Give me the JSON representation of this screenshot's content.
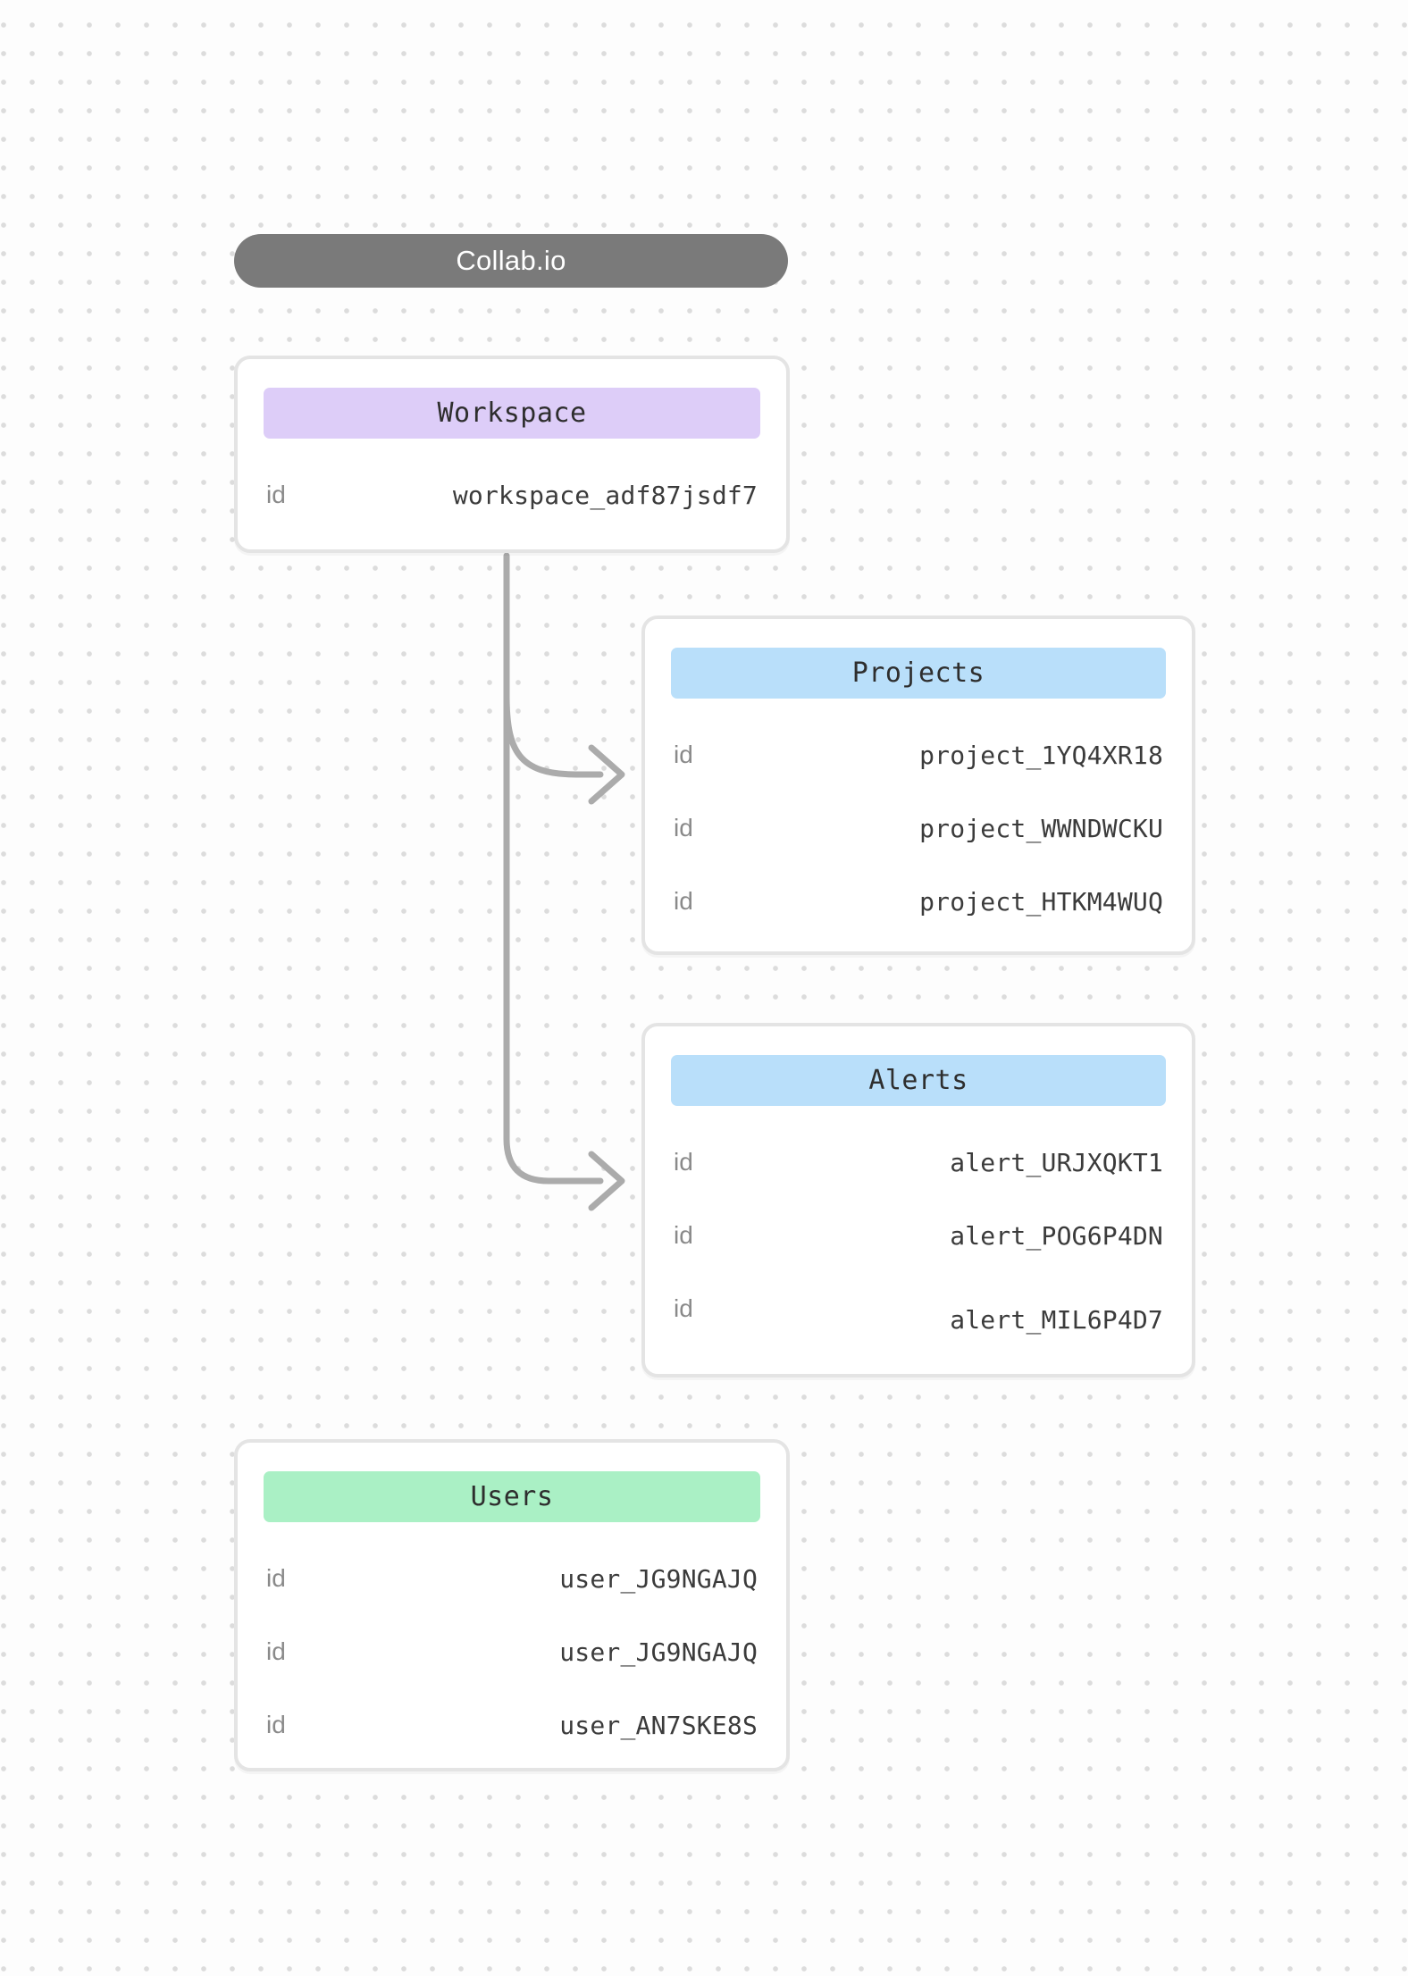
{
  "canvas": {
    "background": "#fdfdfd",
    "dot_color": "#dcdcdc"
  },
  "brand": {
    "label": "Collab.io",
    "background": "#7a7a7a",
    "text_color": "#ffffff"
  },
  "connector": {
    "color": "#ababab"
  },
  "entities": [
    {
      "title": "Workspace",
      "header_color": "#ddcdf8",
      "rows": [
        {
          "label": "id",
          "value": "workspace_adf87jsdf7"
        }
      ]
    },
    {
      "title": "Projects",
      "header_color": "#b9dffa",
      "rows": [
        {
          "label": "id",
          "value": "project_1YQ4XR18"
        },
        {
          "label": "id",
          "value": "project_WWNDWCKU"
        },
        {
          "label": "id",
          "value": "project_HTKM4WUQ"
        }
      ]
    },
    {
      "title": "Alerts",
      "header_color": "#b9dffa",
      "rows": [
        {
          "label": "id",
          "value": "alert_URJXQKT1"
        },
        {
          "label": "id",
          "value": "alert_POG6P4DN"
        },
        {
          "label": "id",
          "value": "alert_MIL6P4D7"
        }
      ]
    },
    {
      "title": "Users",
      "header_color": "#aaf0c5",
      "rows": [
        {
          "label": "id",
          "value": "user_JG9NGAJQ"
        },
        {
          "label": "id",
          "value": "user_JG9NGAJQ"
        },
        {
          "label": "id",
          "value": "user_AN7SKE8S"
        }
      ]
    }
  ]
}
